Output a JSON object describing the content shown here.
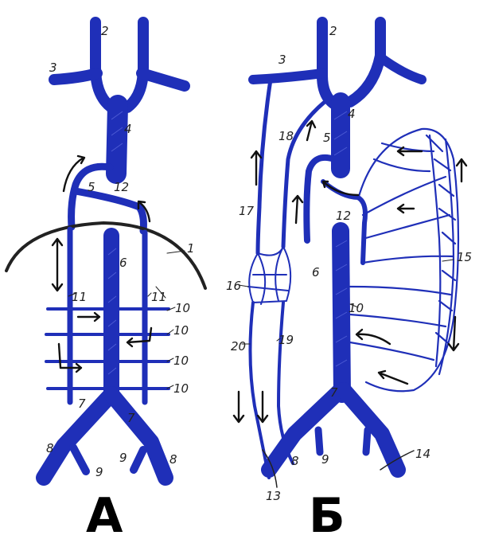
{
  "colors": {
    "vein": "#1f2fb8",
    "ink": "#222222",
    "background": "#ffffff"
  },
  "panels": {
    "a": {
      "title": "А",
      "labels": {
        "l1": "1",
        "l2": "2",
        "l3": "3",
        "l4": "4",
        "l5": "5",
        "l6": "6",
        "l7a": "7",
        "l7b": "7",
        "l8a": "8",
        "l8b": "8",
        "l9a": "9",
        "l9b": "9",
        "l10a": "10",
        "l10b": "10",
        "l10c": "10",
        "l10d": "10",
        "l11a": "11",
        "l11b": "11",
        "l12": "12"
      }
    },
    "b": {
      "title": "Б",
      "labels": {
        "l2": "2",
        "l3": "3",
        "l4": "4",
        "l5": "5",
        "l6": "6",
        "l7": "7",
        "l8": "8",
        "l9": "9",
        "l10": "10",
        "l12": "12",
        "l13": "13",
        "l14": "14",
        "l15": "15",
        "l16": "16",
        "l17": "17",
        "l18": "18",
        "l19": "19",
        "l20": "20"
      }
    }
  }
}
